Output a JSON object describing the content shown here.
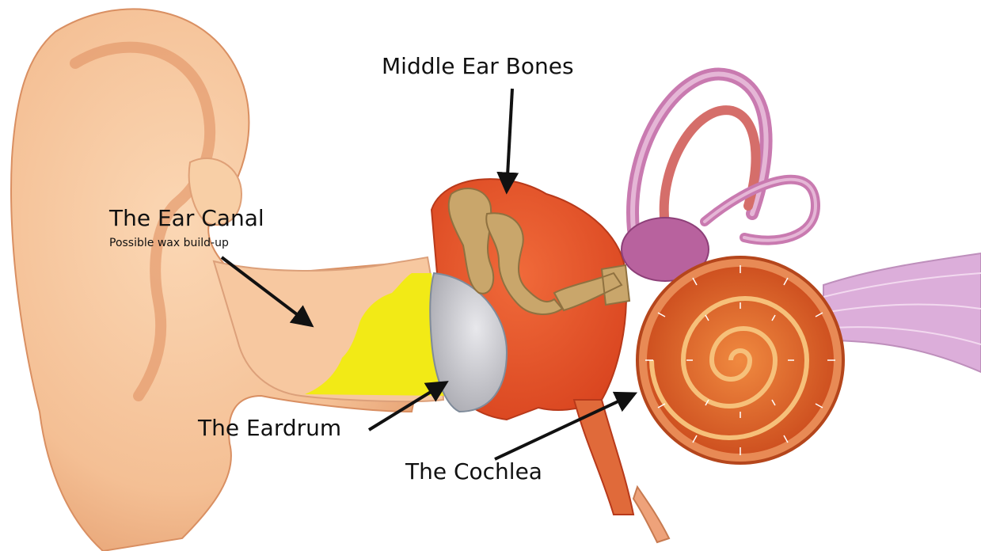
{
  "labels": {
    "middle_ear_bones": "Middle Ear Bones",
    "ear_canal": "The Ear Canal",
    "ear_canal_note": "Possible wax build-up",
    "eardrum": "The Eardrum",
    "cochlea": "The Cochlea"
  },
  "colors": {
    "skin": "#f6c49a",
    "skin_dark": "#e8a878",
    "canal_wall": "#f3b98c",
    "wax": "#f2ea16",
    "middle_ear": "#e4502a",
    "bones": "#c9a66b",
    "eardrum": "#c8c8cc",
    "cochlea": "#d9561f",
    "semicircular": "#c97ab0",
    "nerve": "#d9a6d6",
    "arrow": "#111111"
  }
}
